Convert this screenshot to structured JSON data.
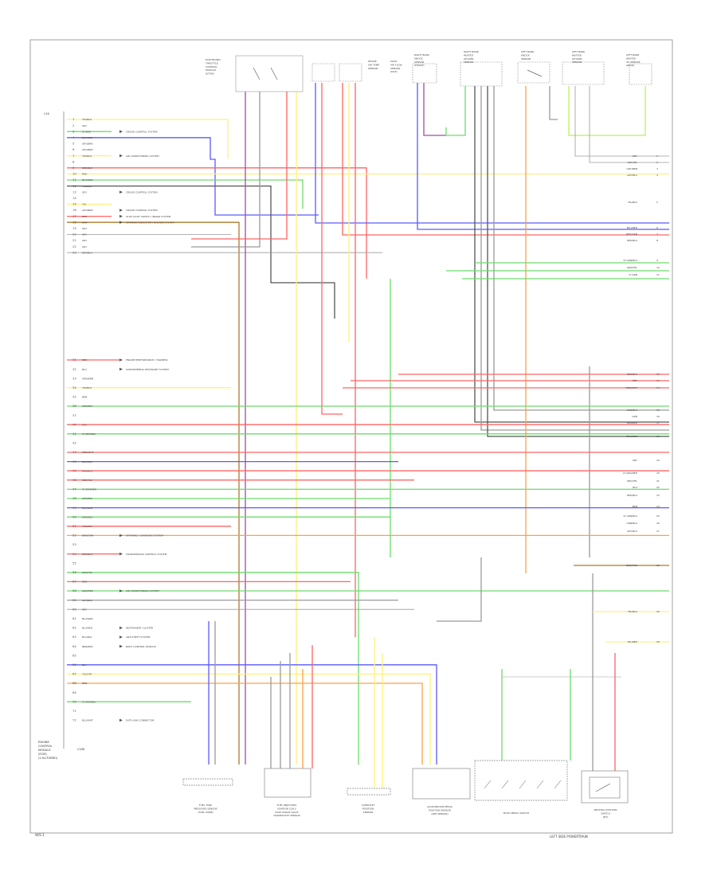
{
  "page": {
    "tag_bottom_left": "W/S-1",
    "tag_bottom_right": "LEFT SIDE POWERTRAIN"
  },
  "ecm": {
    "caption_lines": [
      "ENGINE",
      "CONTROL",
      "MODULE",
      "(ECM)",
      "(2.0L/TURBO)"
    ],
    "top_pin": "C16",
    "bottom_pin": "C16B"
  },
  "colors": {
    "red": "#ff6464",
    "green": "#6cdc6c",
    "blue": "#5a5aff",
    "yellow": "#fff07a",
    "orange": "#ffa040",
    "purple": "#a04ca8",
    "brown": "#b07a28",
    "gray": "#9a9a9a",
    "black": "#555555",
    "lightgreen": "#b8f060",
    "pink": "#ff9ac8"
  },
  "pins_left": [
    {
      "num": "1",
      "wire": "YEL/BLU",
      "color": "yellow"
    },
    {
      "num": "2",
      "wire": "GRY",
      "color": "gray"
    },
    {
      "num": "3",
      "wire": "LT GRN",
      "color": "green"
    },
    {
      "num": "4",
      "wire": "BLU/RED",
      "color": "blue"
    },
    {
      "num": "5",
      "wire": "GRY/BRN",
      "color": "gray"
    },
    {
      "num": "6",
      "wire": "GRY/BRN",
      "color": "gray"
    },
    {
      "num": "7",
      "wire": "YEL/BLU",
      "color": "yellow"
    },
    {
      "num": "8",
      "wire": "",
      "color": "gray"
    },
    {
      "num": "9",
      "wire": "RED/BLK",
      "color": "red"
    },
    {
      "num": "10",
      "wire": "RED",
      "color": "red"
    },
    {
      "num": "11",
      "wire": "BLU/GRN",
      "color": "blue"
    },
    {
      "num": "12",
      "wire": "YEL/BLK",
      "color": "yellow"
    },
    {
      "num": "13",
      "wire": "GRY",
      "color": "gray"
    },
    {
      "num": "14",
      "wire": "",
      "color": "gray"
    },
    {
      "num": "15",
      "wire": "YEL",
      "color": "yellow"
    },
    {
      "num": "16",
      "wire": "GRY/BRN",
      "color": "gray"
    },
    {
      "num": "17",
      "wire": "RED",
      "color": "red"
    },
    {
      "num": "18",
      "wire": "BRN",
      "color": "brown"
    },
    {
      "num": "19",
      "wire": "GRY",
      "color": "gray"
    },
    {
      "num": "20",
      "wire": "GRY",
      "color": "gray"
    },
    {
      "num": "21",
      "wire": "GRY",
      "color": "gray"
    },
    {
      "num": "22",
      "wire": "GRY",
      "color": "gray"
    },
    {
      "num": "23",
      "wire": "GRY/BLU",
      "color": "black"
    }
  ],
  "pins_left_lower": [
    {
      "num": "31",
      "wire": "RED",
      "color": "red"
    },
    {
      "num": "32",
      "wire": "BLU",
      "color": "blue"
    },
    {
      "num": "33",
      "wire": "GRN/BRN",
      "color": "green"
    },
    {
      "num": "34",
      "wire": "YEL/BLU",
      "color": "yellow"
    },
    {
      "num": "35",
      "wire": "BRN",
      "color": "brown"
    },
    {
      "num": "36",
      "wire": "GRN/BLU",
      "color": "green"
    },
    {
      "num": "37",
      "wire": "",
      "color": "gray"
    },
    {
      "num": "40",
      "wire": "RED",
      "color": "red"
    },
    {
      "num": "41",
      "wire": "LT GRN/BLU",
      "color": "green"
    },
    {
      "num": "42",
      "wire": "",
      "color": "gray"
    },
    {
      "num": "43",
      "wire": "RED/WHT",
      "color": "red"
    },
    {
      "num": "44",
      "wire": "BLU/RED",
      "color": "blue"
    },
    {
      "num": "45",
      "wire": "RED/BLU",
      "color": "red"
    },
    {
      "num": "46",
      "wire": "RED/YEL",
      "color": "red"
    },
    {
      "num": "47",
      "wire": "LT GRN/RED",
      "color": "green"
    },
    {
      "num": "48",
      "wire": "GRN/BLK",
      "color": "green"
    },
    {
      "num": "49",
      "wire": "BLU/BRN",
      "color": "blue"
    },
    {
      "num": "50",
      "wire": "GRN/BLU",
      "color": "green"
    },
    {
      "num": "51",
      "wire": "YEL/RED",
      "color": "red"
    },
    {
      "num": "52",
      "wire": "BRN/ORN",
      "color": "orange"
    },
    {
      "num": "53",
      "wire": "",
      "color": "gray"
    },
    {
      "num": "54",
      "wire": "RED/BLU",
      "color": "red"
    },
    {
      "num": "55",
      "wire": "",
      "color": "gray"
    },
    {
      "num": "56",
      "wire": "GRN/YEL",
      "color": "green"
    },
    {
      "num": "57",
      "wire": "RED",
      "color": "red"
    },
    {
      "num": "58",
      "wire": "GRN/RED",
      "color": "green"
    },
    {
      "num": "59",
      "wire": "GRY/BLK",
      "color": "gray"
    },
    {
      "num": "60",
      "wire": "GRY",
      "color": "gray"
    },
    {
      "num": "61",
      "wire": "BLU/GRN",
      "color": "blue"
    },
    {
      "num": "62",
      "wire": "BLU/RED",
      "color": "blue"
    },
    {
      "num": "63",
      "wire": "BLU/BLK",
      "color": "blue"
    },
    {
      "num": "64",
      "wire": "BRN/RED",
      "color": "brown"
    },
    {
      "num": "65",
      "wire": "",
      "color": "gray"
    },
    {
      "num": "66",
      "wire": "BLU",
      "color": "blue"
    },
    {
      "num": "67",
      "wire": "YEL/GRY",
      "color": "yellow"
    },
    {
      "num": "68",
      "wire": "BRN",
      "color": "brown"
    },
    {
      "num": "69",
      "wire": "",
      "color": "gray"
    },
    {
      "num": "70",
      "wire": "LT GRN/BLU",
      "color": "green"
    },
    {
      "num": "71",
      "wire": "",
      "color": "gray"
    },
    {
      "num": "72",
      "wire": "BLU/WHT",
      "color": "blue"
    }
  ],
  "annotations_left": [
    "CRUISE CONTROL SYSTEM",
    "AIR CONDITIONING SYSTEM",
    "CRUISE CONTROL SYSTEM",
    "CRUISE CONTROL SYSTEM",
    "STOP LIGHT SWITCH / BRAKE SYSTEM",
    "WARNING INDICATOR / GAUGES SYSTEM",
    "ENGINE PERFORMANCE / HARNESS",
    "SUPPLEMENTAL RESTRAINT SYSTEM",
    "STARTING / CHARGING SYSTEM",
    "TRANSMISSION CONTROL SYSTEM",
    "AIR CONDITIONING SYSTEM",
    "INSTRUMENT CLUSTER",
    "ANTI-THEFT SYSTEM",
    "BODY CONTROL MODULE",
    "DATA LINK CONNECTOR"
  ],
  "components_top": [
    {
      "lines": [
        "ELECTRONIC",
        "THROTTLE",
        "CONTROL",
        "MODULE",
        "(ETCM)"
      ]
    },
    {
      "lines": [
        "INTAKE",
        "AIR TEMP",
        "SENSOR"
      ]
    },
    {
      "lines": [
        "MASS",
        "AIR FLOW",
        "SENSOR",
        "(MAF)"
      ]
    },
    {
      "lines": [
        "RIGHT BANK",
        "KNOCK",
        "SENSOR",
        "(FRONT)"
      ]
    },
    {
      "lines": [
        "RIGHT BANK",
        "HEATED",
        "OXYGEN",
        "SENSOR"
      ]
    },
    {
      "lines": [
        "LEFT BANK",
        "KNOCK",
        "SENSOR"
      ]
    },
    {
      "lines": [
        "LEFT BANK",
        "HEATED",
        "OXYGEN",
        "SENSOR"
      ]
    },
    {
      "lines": [
        "LEFT BANK",
        "HEATED",
        "O2 SENSOR",
        "(REAR)"
      ]
    }
  ],
  "components_bottom": [
    {
      "lines": [
        "FUEL TANK",
        "PRESSURE SENSOR",
        "(FUEL PUMP)"
      ]
    },
    {
      "lines": [
        "FUEL INJECTORS",
        "IGNITION COILS",
        "EVAP PURGE VALVE",
        "CRANKSHAFT SENSOR"
      ]
    },
    {
      "lines": [
        "CAMSHAFT",
        "POSITION",
        "SENSOR"
      ]
    },
    {
      "lines": [
        "ACCELERATOR PEDAL",
        "POSITION SENSOR",
        "(APP SENSOR)"
      ]
    },
    {
      "lines": [
        "MULTI MEDIA SWITCH"
      ]
    },
    {
      "lines": [
        "NEUTRAL POSITION",
        "SWITCH",
        "(MT)"
      ]
    }
  ],
  "right_refs": [
    {
      "wire": "GRY",
      "ref": "1"
    },
    {
      "wire": "GRY/YEL",
      "ref": "2"
    },
    {
      "wire": "GRY/BRN",
      "ref": "3"
    },
    {
      "wire": "GRY/BLU",
      "ref": "4"
    },
    {
      "wire": "YEL/BLU",
      "ref": "5"
    },
    {
      "wire": "BLU/RED",
      "ref": "6"
    },
    {
      "wire": "RED/GRN",
      "ref": "7"
    },
    {
      "wire": "RED/BLU",
      "ref": "8"
    },
    {
      "wire": "LT GRN/BLU",
      "ref": "9"
    },
    {
      "wire": "GRN/YEL",
      "ref": "10"
    },
    {
      "wire": "LT GRN",
      "ref": "11"
    },
    {
      "wire": "RED/BLU",
      "ref": "12"
    },
    {
      "wire": "RED",
      "ref": "13"
    },
    {
      "wire": "RED/WHT",
      "ref": "14"
    },
    {
      "wire": "GRN/BLK",
      "ref": "15"
    },
    {
      "wire": "GRN",
      "ref": "16"
    },
    {
      "wire": "RED/BLK",
      "ref": "17"
    },
    {
      "wire": "BRN/RED",
      "ref": "18"
    },
    {
      "wire": "GRY",
      "ref": "19"
    },
    {
      "wire": "LT GRN/RED",
      "ref": "20"
    },
    {
      "wire": "RED/YEL",
      "ref": "21"
    },
    {
      "wire": "BLU",
      "ref": "22"
    },
    {
      "wire": "RED/BLU",
      "ref": "23"
    },
    {
      "wire": "BRN",
      "ref": "24"
    },
    {
      "wire": "LT GRN/BLU",
      "ref": "25"
    },
    {
      "wire": "GRN/BLU",
      "ref": "26"
    },
    {
      "wire": "GRY/BLU",
      "ref": "27"
    },
    {
      "wire": "BRN/ORN",
      "ref": "28"
    },
    {
      "wire": "YEL/BLU",
      "ref": "29"
    },
    {
      "wire": "YEL/RED",
      "ref": "30"
    }
  ]
}
